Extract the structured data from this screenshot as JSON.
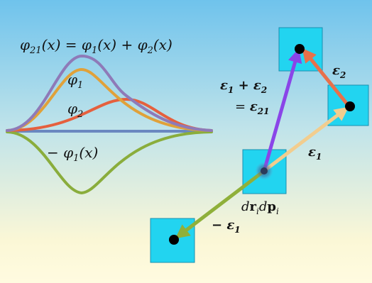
{
  "formula": {
    "lhs": "φ21(x)",
    "rhs": "φ1(x) + φ2(x)",
    "sub_lhs": "21",
    "sub_a": "1",
    "sub_b": "2"
  },
  "curve_labels": {
    "phi1": "φ1",
    "phi2": "φ2",
    "neg_phi1": "− φ1(x)"
  },
  "vector_labels": {
    "eps1": "ε1",
    "eps2": "ε2",
    "neg_eps1": "− ε1",
    "sum_top": "ε1 + ε2",
    "sum_bottom": "= ε21",
    "cell": "dridpi"
  },
  "colors": {
    "sum_curve": "#8e7ab8",
    "phi1_curve": "#e0a13a",
    "phi2_curve": "#e5603e",
    "baseline": "#6a87c0",
    "neg_curve": "#8aad3c",
    "eps1_arrow": "#f2cd8e",
    "eps2_arrow": "#e8704a",
    "sum_arrow": "#8a45e8",
    "neg_arrow": "#8fb03a",
    "cell_fill": "#22d4f0",
    "cell_stroke": "#1b8fb0"
  }
}
